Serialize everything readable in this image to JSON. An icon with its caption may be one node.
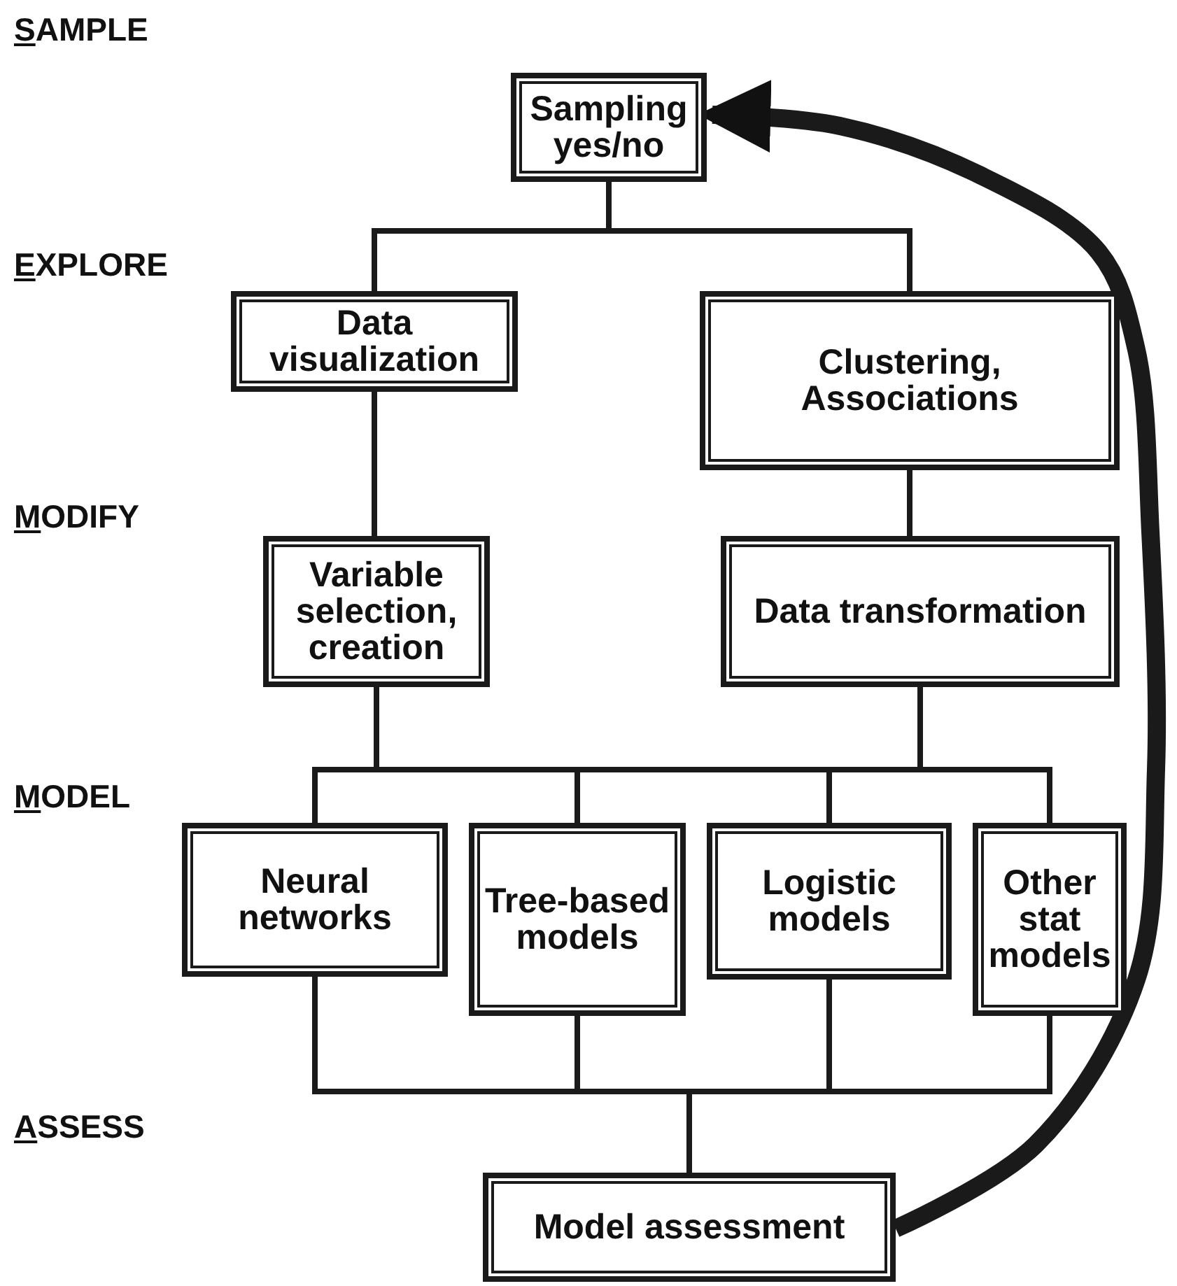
{
  "diagram": {
    "nodes": [
      {
        "text": [
          "Sampling yes/no"
        ]
      },
      {
        "text": [
          "Data visualization"
        ]
      },
      {
        "text": [
          "Clustering, Associations"
        ]
      },
      {
        "text": [
          "Variable selection, creation"
        ]
      },
      {
        "text": [
          "Data transformation"
        ]
      },
      {
        "text": [
          "Neural networks"
        ]
      },
      {
        "text": [
          "Tree-based models"
        ]
      },
      {
        "text": [
          "Logistic models"
        ]
      },
      {
        "text": [
          "Other stat models"
        ]
      },
      {
        "text": [
          "Model assessment"
        ]
      }
    ],
    "edges": [
      {
        "from": 0,
        "to": 1,
        "arrow": "none"
      },
      {
        "from": 0,
        "to": 2,
        "arrow": "none"
      },
      {
        "from": 1,
        "to": 3,
        "arrow": "none"
      },
      {
        "from": 2,
        "to": 4,
        "arrow": "none"
      },
      {
        "from": 3,
        "to": 5,
        "arrow": "none"
      },
      {
        "from": 3,
        "to": 6,
        "arrow": "none"
      },
      {
        "from": 3,
        "to": 7,
        "arrow": "none"
      },
      {
        "from": 3,
        "to": 8,
        "arrow": "none"
      },
      {
        "from": 4,
        "to": 5,
        "arrow": "none"
      },
      {
        "from": 4,
        "to": 6,
        "arrow": "none"
      },
      {
        "from": 4,
        "to": 7,
        "arrow": "none"
      },
      {
        "from": 4,
        "to": 8,
        "arrow": "none"
      },
      {
        "from": 5,
        "to": 9,
        "arrow": "none"
      },
      {
        "from": 6,
        "to": 9,
        "arrow": "none"
      },
      {
        "from": 7,
        "to": 9,
        "arrow": "none"
      },
      {
        "from": 8,
        "to": 9,
        "arrow": "none"
      },
      {
        "from": 9,
        "to": 0,
        "arrow": "to",
        "style": "thick"
      }
    ],
    "labels": [
      "SAMPLE",
      "EXPLORE",
      "MODIFY",
      "MODEL",
      "ASSESS"
    ]
  }
}
